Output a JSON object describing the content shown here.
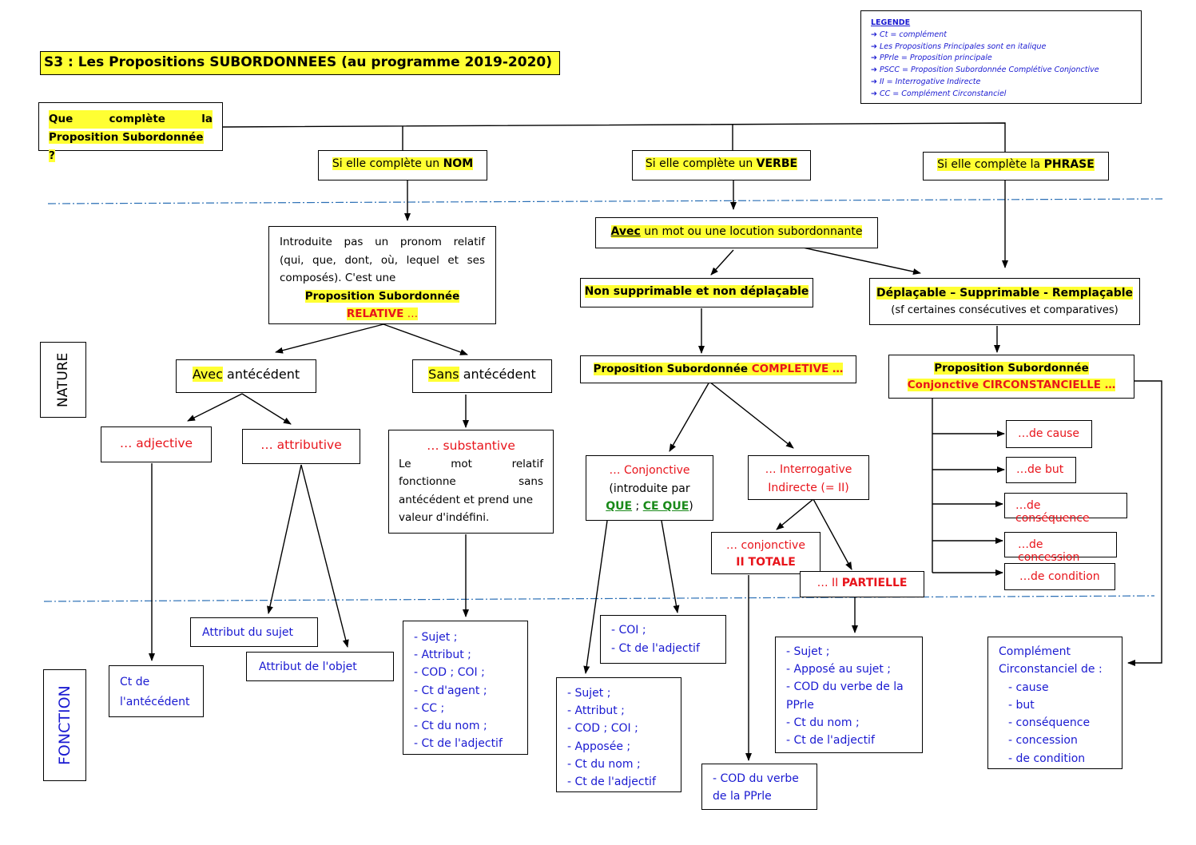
{
  "legend": {
    "title": "LEGENDE",
    "items": [
      "Ct = complément",
      "Les Propositions Principales sont en italique",
      "PPrle = Proposition principale",
      "PSCC = Proposition Subordonnée Complétive Conjonctive",
      "II = Interrogative Indirecte",
      "CC = Complément Circonstanciel"
    ]
  },
  "title": "S3 : Les Propositions SUBORDONNEES (au programme 2019-2020)",
  "root": {
    "line1": "Que complète la",
    "line1_words": [
      "Que",
      "complète",
      "la"
    ],
    "line2": "Proposition Subordonnée ?"
  },
  "branch_nom": {
    "pre": "Si elle complète un ",
    "key": "NOM"
  },
  "branch_verbe": {
    "pre": "Si elle complète un ",
    "key": "VERBE"
  },
  "branch_phrase": {
    "pre": "Si elle complète la ",
    "key": "PHRASE"
  },
  "relative": {
    "line1": "Introduite pas un pronom relatif",
    "line2": "(qui, que, dont, où, lequel et ses",
    "line3": "composés). C'est une",
    "line4": "Proposition Subordonnée",
    "key": "RELATIVE",
    "suffix": " …"
  },
  "avec_mot": {
    "pre": "Avec",
    "rest": " un mot ou une locution subordonnante"
  },
  "non_supprimable": "Non supprimable et non déplaçable",
  "deplacable": {
    "line1": "Déplaçable – Supprimable - Remplaçable",
    "line2": "(sf certaines consécutives et comparatives)"
  },
  "avec_ante": {
    "pre": "Avec",
    "rest": " antécédent"
  },
  "sans_ante": {
    "pre": "Sans",
    "rest": " antécédent"
  },
  "completive": {
    "pre": "Proposition Subordonnée ",
    "key": "COMPLETIVE",
    "suffix": " …"
  },
  "circ": {
    "line1": "Proposition Subordonnée",
    "pre": "Conjonctive ",
    "key": "CIRCONSTANCIELLE",
    "suffix": " …"
  },
  "adjective": "… adjective",
  "attributive": "… attributive",
  "substantive": {
    "title": "… substantive",
    "line1_words": [
      "Le",
      "mot",
      "relatif"
    ],
    "line2_words": [
      "fonctionne",
      "sans"
    ],
    "line3": "antécédent et prend une",
    "line4": "valeur d'indéfini."
  },
  "conjonctive": {
    "title": "… Conjonctive",
    "line2": "(introduite par",
    "que": "QUE",
    "sep": " ; ",
    "ce_que": "CE QUE",
    "close": ")"
  },
  "interrogative": {
    "line1": "… Interrogative",
    "line2": "Indirecte (= II)"
  },
  "ii_totale": {
    "line1": "… conjonctive",
    "key": "II TOTALE"
  },
  "ii_partielle": {
    "pre": "… II ",
    "key": "PARTIELLE"
  },
  "circ_types": [
    "…de cause",
    "…de but",
    "…de conséquence",
    "…de concession",
    "…de condition"
  ],
  "nature_label": "NATURE",
  "fonction_label": "FONCTION",
  "attribut_sujet": "Attribut du sujet",
  "attribut_objet": "Attribut de l'objet",
  "ct_antecedent": {
    "line1": "Ct de",
    "line2": "l'antécédent"
  },
  "fn_substantive": [
    "- Sujet ;",
    "- Attribut ;",
    "- COD ; COI ;",
    "- Ct d'agent ;",
    "- CC ;",
    "- Ct du nom ;",
    "- Ct de l'adjectif"
  ],
  "fn_coi": [
    "- COI ;",
    "- Ct de l'adjectif"
  ],
  "fn_conjonctive": [
    "- Sujet ;",
    "- Attribut ;",
    "- COD ; COI ;",
    "- Apposée ;",
    "- Ct du nom ;",
    "- Ct de l'adjectif"
  ],
  "fn_cod_pprle": [
    "- COD du verbe",
    "de la PPrle"
  ],
  "fn_partielle": [
    "- Sujet ;",
    "- Apposé au sujet ;",
    "- COD du verbe de la",
    "PPrle",
    "- Ct du nom ;",
    "- Ct de l'adjectif"
  ],
  "fn_circ": {
    "title1": "Complément",
    "title2": "Circonstanciel de :",
    "items": [
      "- cause",
      "- but",
      "- conséquence",
      "- concession",
      "- de condition"
    ]
  },
  "colors": {
    "highlight": "#ffff33",
    "red": "#e8141b",
    "blue": "#1a1ad1",
    "green": "#1a8a1a",
    "divider": "#2a6fb5"
  }
}
